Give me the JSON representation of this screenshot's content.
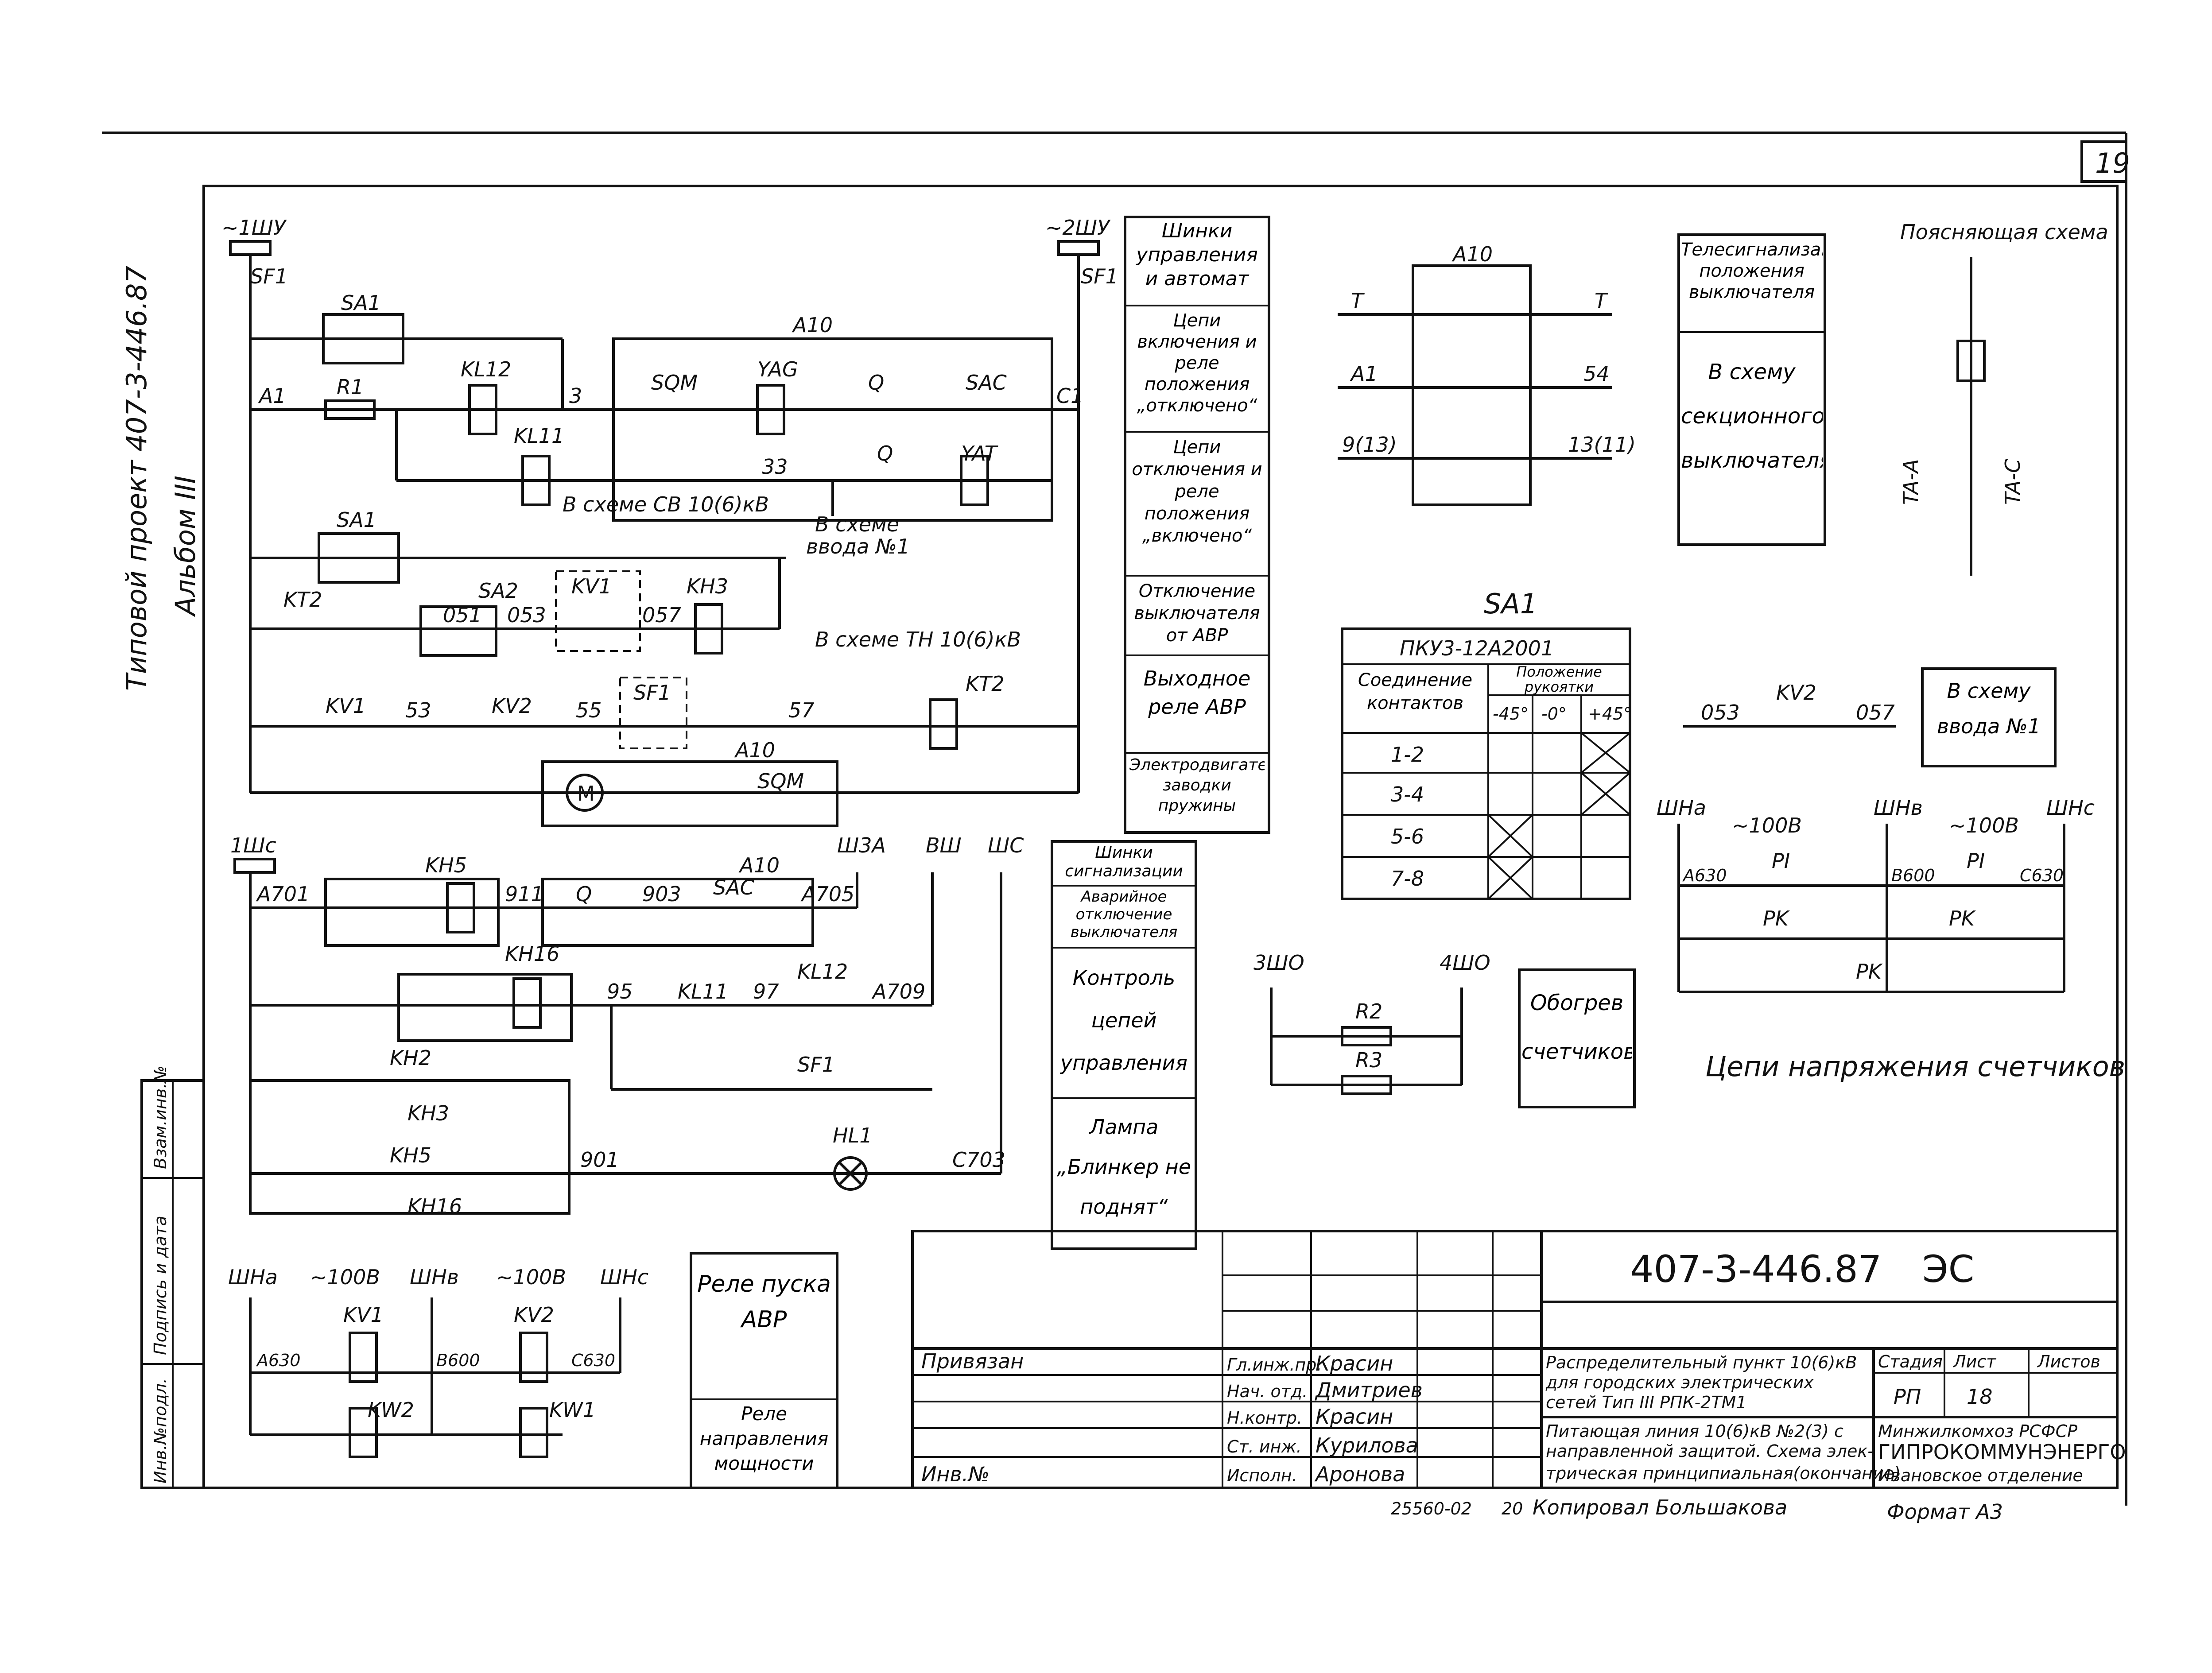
{
  "sheet": {
    "page_number": "19",
    "side_title_1": "Типовой проект 407-3-446.87",
    "side_title_2": "Альбом III",
    "side_stamps": [
      "Инв.№подл.",
      "Подпись и дата",
      "Взам.инв.№"
    ]
  },
  "title_block": {
    "doc_code": "407-3-446.87",
    "doc_type": "ЭС",
    "tied": "Привязан",
    "inv": "Инв.№",
    "roles": [
      "Гл.инж.пр.",
      "Нач. отд.",
      "Н.контр.",
      "Ст. инж.",
      "Исполн."
    ],
    "names": [
      "Красин",
      "Дмитриев",
      "Красин",
      "Курилова",
      "Аронова"
    ],
    "project_title_1": "Распределительный пункт 10(6)кВ",
    "project_title_2": "для городских электрических",
    "project_title_3": "сетей Тип III РПК-2ТМ1",
    "drawing_title_1": "Питающая линия 10(6)кВ №2(3) с",
    "drawing_title_2": "направленной защитой. Схема элек-",
    "drawing_title_3": "трическая принципиальная(окончание)",
    "stage_hdr": "Стадия",
    "sheet_hdr": "Лист",
    "sheets_hdr": "Листов",
    "stage": "РП",
    "sheet": "18",
    "org_1": "Минжилкомхоз РСФСР",
    "org_2": "ГИПРОКОММУНЭНЕРГО",
    "org_3": "Ивановское отделение",
    "copied": "Копировал Большакова",
    "format": "Формат А3",
    "order": "25560-02",
    "order_suffix": "20"
  },
  "legend": [
    "Шинки управления и автомат",
    "Цепи включения и реле положения „отключено“",
    "Цепи отключения и реле положения „включено“",
    "Отключение выключателя от АВР",
    "Выходное реле АВР",
    "Электродвигатель заводки пружины"
  ],
  "legend2": [
    "Шинки сигнализации",
    "Аварийное отключение выключателя",
    "Контроль цепей управления",
    "Лампа „Блинкер не поднят“"
  ],
  "legend3": [
    "Реле пуска АВР",
    "Реле направления мощности"
  ],
  "telesignal": [
    "Телесигнализация положения выключателя",
    "В схему секционного выключателя"
  ],
  "explain": "Поясняющая схема",
  "counters": "Цепи напряжения счетчиков",
  "heater": "Обогрев счетчиков",
  "vvod": "В схему ввода №1",
  "switch_table": {
    "title": "SA1",
    "type": "ПКУ3-12А2001",
    "col_conn": "Соединение контактов",
    "col_pos": "Положение рукоятки",
    "positions": [
      "-45°",
      "-0°",
      "+45°"
    ],
    "rows": [
      "1-2",
      "3-4",
      "5-6",
      "7-8"
    ]
  },
  "labels": {
    "shu1": "~1ШУ",
    "shu2": "~2ШУ",
    "sf1": "SF1",
    "sa1": "SA1",
    "sa2": "SA2",
    "kl12": "KL12",
    "kl11": "KL11",
    "r1": "R1",
    "a10": "A10",
    "sqm": "SQM",
    "yag": "YAG",
    "q": "Q",
    "sac": "SAC",
    "yat": "YAT",
    "kt2": "KT2",
    "kv1": "KV1",
    "kv2": "KV2",
    "kh3": "KH3",
    "kh5": "KH5",
    "kh16": "KH16",
    "kh2": "KH2",
    "hl1": "HL1",
    "kw1": "KW1",
    "kw2": "KW2",
    "note_cb": "В схеме СВ 10(6)кВ",
    "note_vvod_1": "В схеме",
    "note_vvod_2": "ввода №1",
    "note_tn": "В схеме ТН 10(6)кВ",
    "a1": "A1",
    "c1": "C1",
    "n3": "3",
    "n33": "33",
    "n053": "053",
    "n051": "051",
    "n057": "057",
    "n53": "53",
    "n55": "55",
    "n57": "57",
    "ishc": "1Шс",
    "sh3a": "Ш3А",
    "vsh": "ВШ",
    "wc": "ШС",
    "a701": "A701",
    "a705": "A705",
    "a709": "A709",
    "n911": "911",
    "n903": "903",
    "n95": "95",
    "n97": "97",
    "n901": "901",
    "c703": "C703",
    "shna": "ШНа",
    "shnb": "ШНв",
    "shnc": "ШНс",
    "v100": "~100В",
    "a630": "A630",
    "b600": "B600",
    "c630": "C630",
    "pi": "PI",
    "pk": "PK",
    "r2": "R2",
    "r3": "R3",
    "sh3o": "3ШО",
    "sh4o": "4ШО",
    "t": "T",
    "n54": "54",
    "n9_13": "9(13)",
    "n13_11": "13(11)",
    "ta_a": "TA-A",
    "ta_c": "TA-C"
  }
}
